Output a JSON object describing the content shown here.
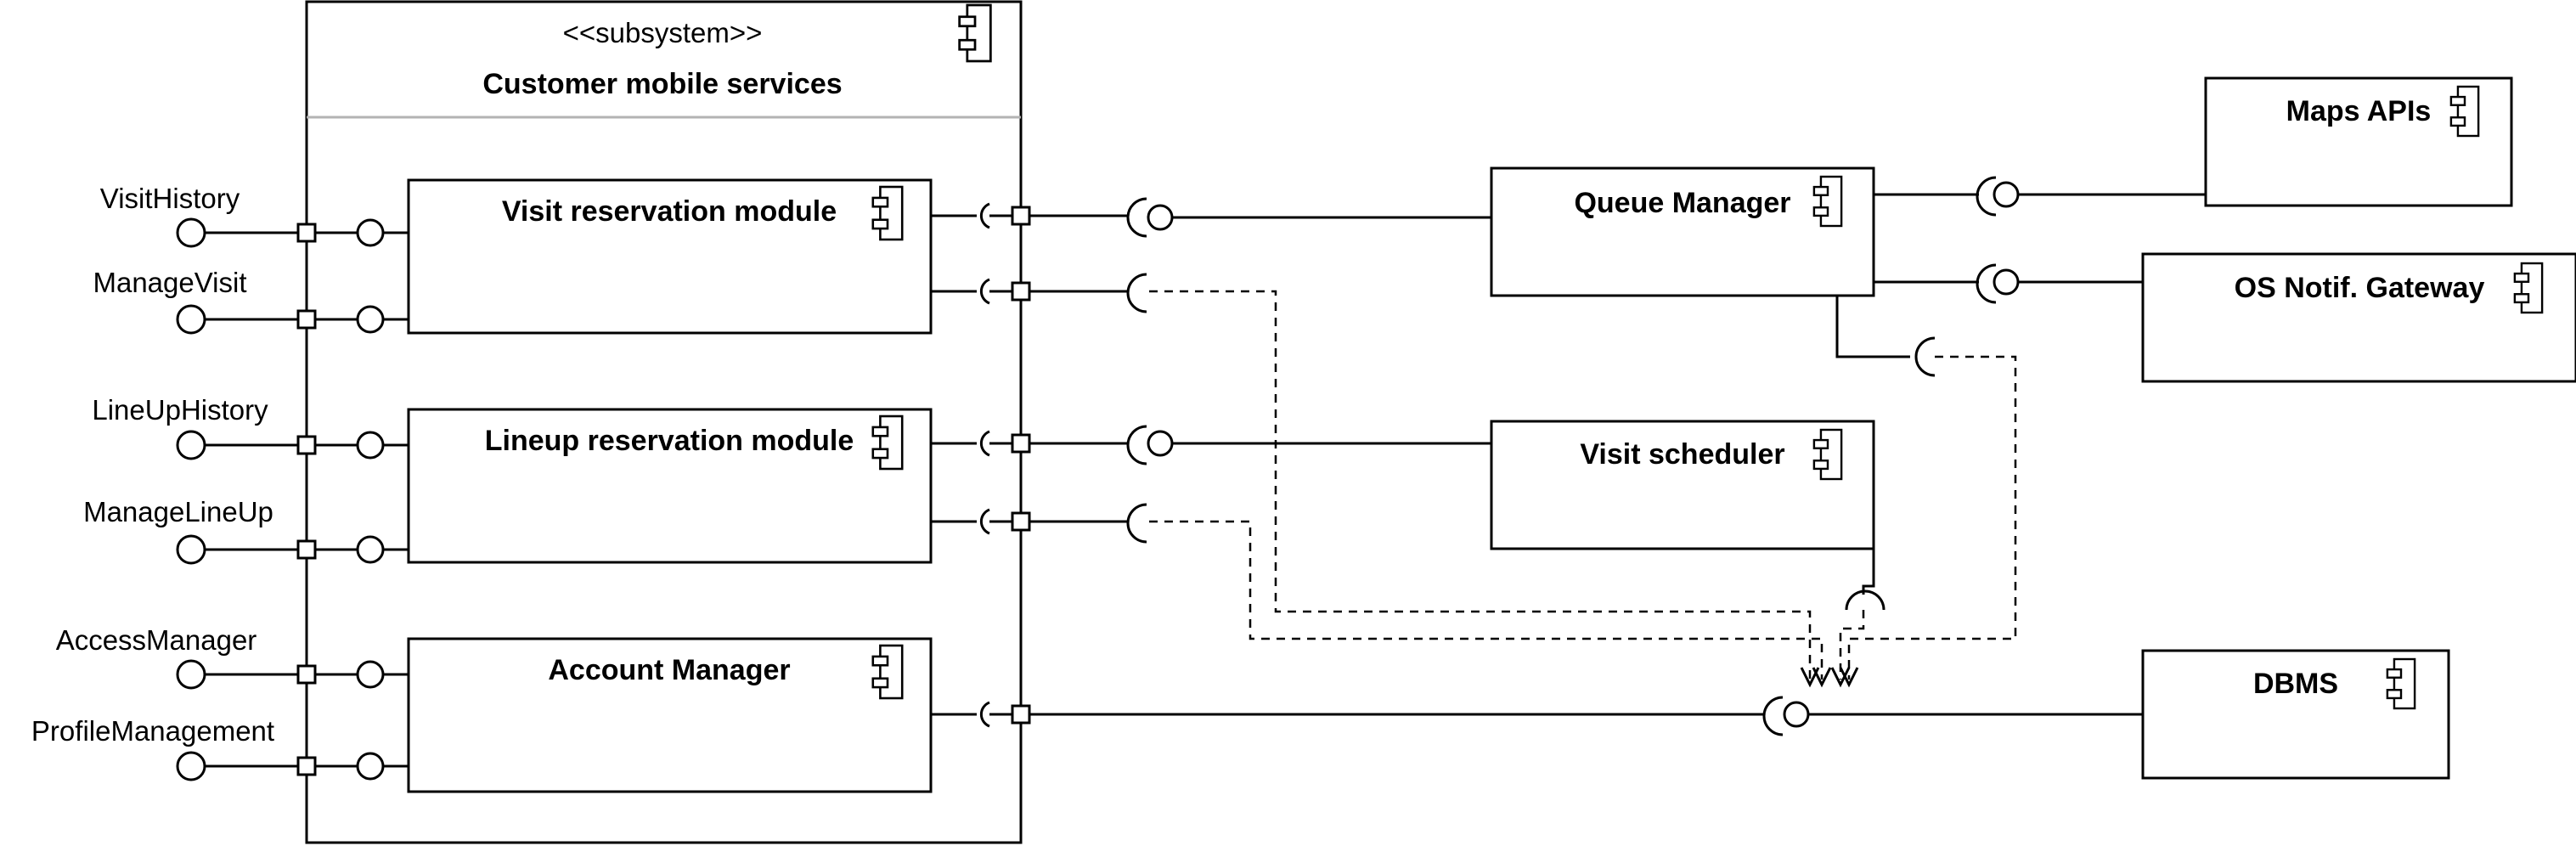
{
  "subsystem": {
    "stereotype": "<<subsystem>>",
    "name": "Customer mobile services"
  },
  "external_interfaces": [
    "VisitHistory",
    "ManageVisit",
    "LineUpHistory",
    "ManageLineUp",
    "AccessManager",
    "ProfileManagement"
  ],
  "internal_components": [
    "Visit reservation module",
    "Lineup reservation module",
    "Account Manager"
  ],
  "external_components": [
    "Queue Manager",
    "Visit scheduler",
    "Maps APIs",
    "OS Notif. Gateway",
    "DBMS"
  ],
  "icons": {
    "component": "uml-component-icon",
    "provided_interface": "lollipop-icon",
    "required_interface": "socket-icon",
    "port": "port-square"
  },
  "colors": {
    "stroke": "#000000",
    "separator": "#b3b3b3",
    "fill": "#ffffff"
  }
}
